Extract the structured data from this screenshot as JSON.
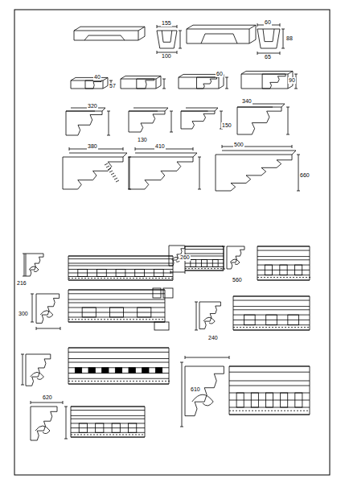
{
  "diagram": {
    "labels": [
      "155",
      "100",
      "60",
      "88",
      "65",
      "40",
      "57",
      "60",
      "90",
      "320",
      "130",
      "150",
      "340",
      "380",
      "410",
      "500",
      "660",
      "216",
      "260",
      "560",
      "300",
      "240",
      "610",
      "620"
    ]
  }
}
